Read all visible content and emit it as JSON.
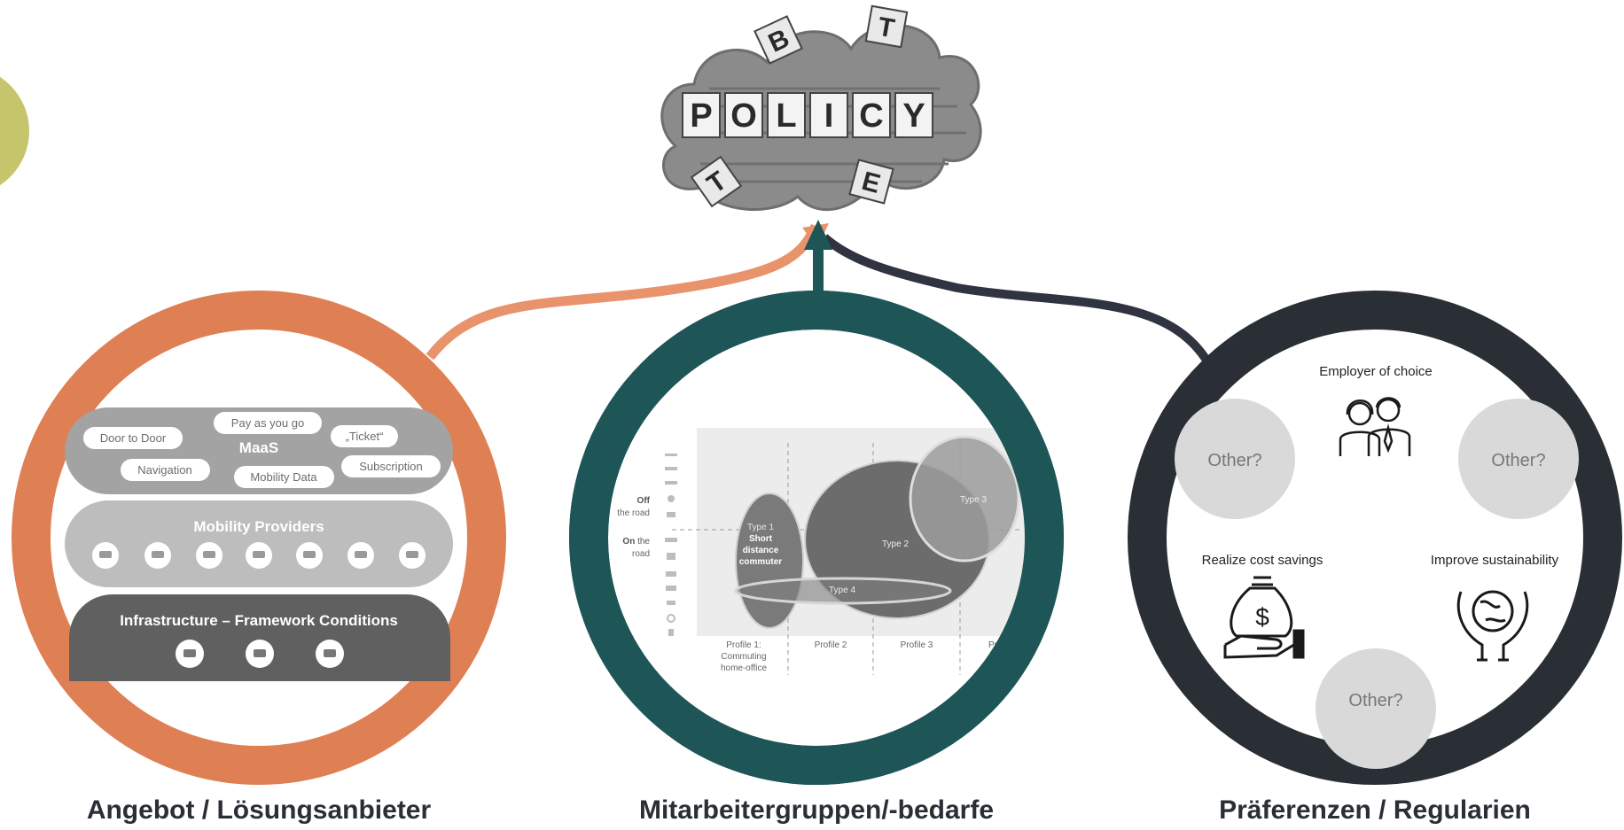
{
  "policy": {
    "title_letters": [
      "P",
      "O",
      "L",
      "I",
      "C",
      "Y"
    ],
    "scatter_letters": [
      "B",
      "T",
      "T",
      "E"
    ]
  },
  "left": {
    "caption": "Angebot / Lösungsanbieter",
    "maas": {
      "title": "MaaS",
      "tags": [
        "Door to Door",
        "Pay as you go",
        "„Ticket“",
        "Navigation",
        "Mobility Data",
        "Subscription"
      ]
    },
    "mobility": {
      "title": "Mobility Providers",
      "icons": [
        "car-icon",
        "bus-icon",
        "train-icon",
        "car-icon",
        "tram-icon",
        "bike-icon",
        "plane-icon"
      ]
    },
    "infra": {
      "title": "Infrastructure – Framework Conditions",
      "icons": [
        "parking-icon",
        "handshake-icon",
        "charging-icon"
      ]
    }
  },
  "middle": {
    "caption": "Mitarbeitergruppen/-bedarfe",
    "off_label_bold": "Off",
    "off_label_rest": "the road",
    "on_label_bold": "On",
    "on_label_rest": "the road",
    "type1": [
      "Type 1",
      "Short",
      "distance",
      "commuter"
    ],
    "type2": "Type 2",
    "type3": "Type 3",
    "type4": "Type 4",
    "profiles": [
      [
        "Profile 1:",
        "Commuting",
        "home-office"
      ],
      [
        "Profile 2"
      ],
      [
        "Profile 3"
      ],
      [
        "Pr"
      ]
    ]
  },
  "right": {
    "caption": "Präferenzen / Regularien",
    "employer": "Employer of choice",
    "cost": "Realize cost savings",
    "sustain": "Improve sustainability",
    "other": "Other?"
  },
  "colors": {
    "orange": "#df7f54",
    "teal": "#1e5556",
    "navy": "#2a2f36",
    "olive": "#c6c56b"
  }
}
